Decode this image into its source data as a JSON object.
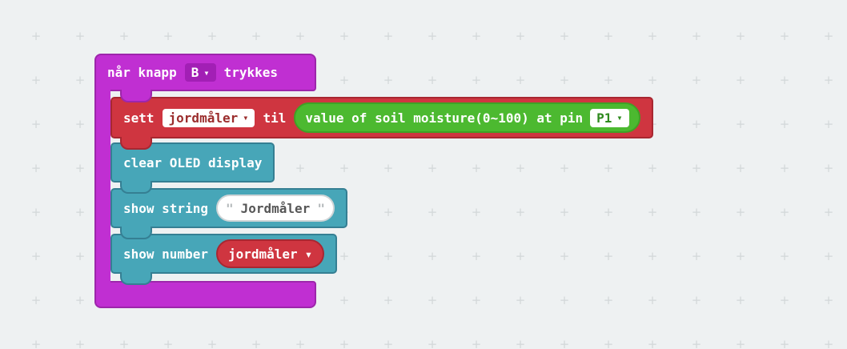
{
  "ui": {
    "dropdown_arrow": "▾"
  },
  "colors": {
    "canvas_bg": "#eef1f2",
    "grid_plus": "#d2d7d9",
    "event_purple": "#c02fd2",
    "variables_red": "#cf3540",
    "sensor_green": "#4cb930",
    "oled_teal": "#47a6b8"
  },
  "blocks": {
    "on_button_pressed": {
      "text_before": "når knapp",
      "button": "B",
      "text_after": "trykkes"
    },
    "set_variable": {
      "set_label": "sett",
      "variable": "jordmåler",
      "to_label": "til",
      "value": {
        "label": "value of soil moisture(0~100) at pin",
        "pin": "P1"
      }
    },
    "clear_display": {
      "label": "clear OLED display"
    },
    "show_string": {
      "label": "show string",
      "quote": "\"",
      "value": "Jordmåler"
    },
    "show_number": {
      "label": "show number",
      "variable": "jordmåler"
    }
  }
}
